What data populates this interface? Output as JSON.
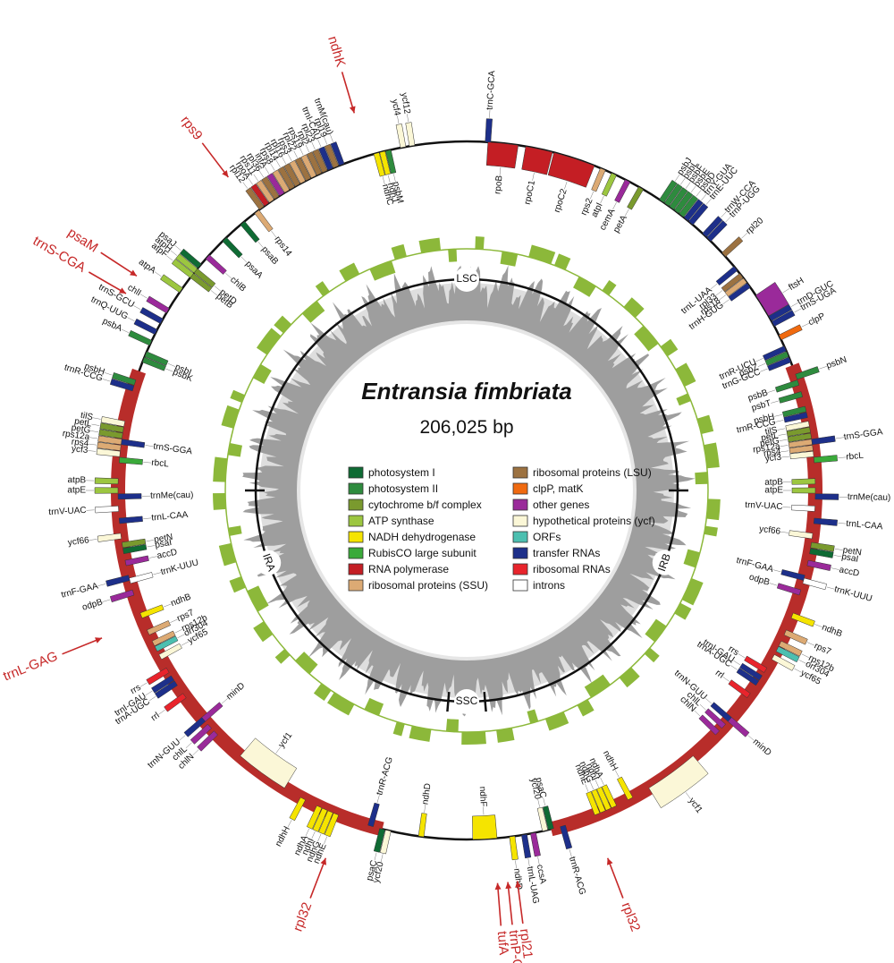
{
  "title": "Entransia fimbriata",
  "size_label": "206,025 bp",
  "colors": {
    "photosystem_I": "#0f6b34",
    "photosystem_II": "#2e8b3e",
    "cytochrome": "#7a9a2e",
    "atp_synthase": "#9cc640",
    "ndh": "#f5e400",
    "rubisco": "#3aaa3a",
    "rna_pol": "#c41e24",
    "rps": "#dcaa74",
    "rpl": "#9c7241",
    "clp": "#f06a10",
    "other": "#9a2a9a",
    "ycf": "#fbf7d7",
    "orf": "#4cbfb0",
    "trna": "#1d2f8a",
    "rrna": "#e8242c",
    "intron": "#ffffff",
    "ir": "#b82d2a",
    "gc_inner": "#9e9e9e",
    "gc_outer": "#dedede",
    "green_track": "#8cb83a",
    "annotation": "#c62828"
  },
  "legend": [
    {
      "label": "photosystem I",
      "color": "#0f6b34"
    },
    {
      "label": "photosystem II",
      "color": "#2e8b3e"
    },
    {
      "label": "cytochrome b/f complex",
      "color": "#7a9a2e"
    },
    {
      "label": "ATP synthase",
      "color": "#9cc640"
    },
    {
      "label": "NADH dehydrogenase",
      "color": "#f5e400"
    },
    {
      "label": "RubisCO large subunit",
      "color": "#3aaa3a"
    },
    {
      "label": "RNA polymerase",
      "color": "#c41e24"
    },
    {
      "label": "ribosomal proteins (SSU)",
      "color": "#dcaa74"
    },
    {
      "label": "ribosomal proteins (LSU)",
      "color": "#9c7241"
    },
    {
      "label": "clpP, matK",
      "color": "#f06a10"
    },
    {
      "label": "other genes",
      "color": "#9a2a9a"
    },
    {
      "label": "hypothetical proteins (ycf)",
      "color": "#fbf7d7"
    },
    {
      "label": "ORFs",
      "color": "#4cbfb0"
    },
    {
      "label": "transfer RNAs",
      "color": "#1d2f8a"
    },
    {
      "label": "ribosomal RNAs",
      "color": "#e8242c"
    },
    {
      "label": "introns",
      "color": "#ffffff"
    }
  ],
  "regions": [
    {
      "label": "LSC",
      "angle": 0
    },
    {
      "label": "IRB",
      "angle": 110
    },
    {
      "label": "SSC",
      "angle": 180
    },
    {
      "label": "IRA",
      "angle": 250
    }
  ],
  "annotations": [
    {
      "label": "ndhK",
      "angle": -16.6
    },
    {
      "label": "rps9",
      "angle": -37.3
    },
    {
      "label": "psaM",
      "angle": -57
    },
    {
      "label": "trnS-CGA",
      "angle": -60
    },
    {
      "label": "trnL-GAG",
      "angle": -112
    },
    {
      "label": "rpl32",
      "angle": 159
    },
    {
      "label": "rpl32",
      "angle": -159
    },
    {
      "label": "rpl21",
      "angle": 172.6
    },
    {
      "label": "trnP-GGG",
      "angle": 174
    },
    {
      "label": "tufA",
      "angle": 175.5
    }
  ],
  "genes": [
    {
      "name": "trnC-GCA",
      "angle": 3.5,
      "cat": "trna",
      "strand": "out"
    },
    {
      "name": "rpoB",
      "angle": 6,
      "cat": "rna_pol",
      "strand": "in",
      "span": 5
    },
    {
      "name": "rpoC1",
      "angle": 12,
      "cat": "rna_pol",
      "strand": "in",
      "span": 4.5
    },
    {
      "name": "rpoC2",
      "angle": 18,
      "cat": "rna_pol",
      "strand": "in",
      "span": 7
    },
    {
      "name": "rps2",
      "angle": 23,
      "cat": "rps",
      "strand": "in"
    },
    {
      "name": "atpI",
      "angle": 25,
      "cat": "atp_synthase",
      "strand": "in"
    },
    {
      "name": "cemA",
      "angle": 27.5,
      "cat": "other",
      "strand": "in"
    },
    {
      "name": "petA",
      "angle": 30,
      "cat": "cytochrome",
      "strand": "in"
    },
    {
      "name": "psbJ",
      "angle": 34,
      "cat": "photosystem_II",
      "strand": "out"
    },
    {
      "name": "psbL",
      "angle": 35,
      "cat": "photosystem_II",
      "strand": "out"
    },
    {
      "name": "psbF",
      "angle": 36,
      "cat": "photosystem_II",
      "strand": "out"
    },
    {
      "name": "psbE",
      "angle": 37,
      "cat": "photosystem_II",
      "strand": "out"
    },
    {
      "name": "psbD",
      "angle": 38,
      "cat": "photosystem_II",
      "strand": "out"
    },
    {
      "name": "trnY-GUA",
      "angle": 39,
      "cat": "trna",
      "strand": "out"
    },
    {
      "name": "trnE-UUC",
      "angle": 40,
      "cat": "trna",
      "strand": "out"
    },
    {
      "name": "trnW-CCA",
      "angle": 43,
      "cat": "trna",
      "strand": "out"
    },
    {
      "name": "trnP-UGG",
      "angle": 44,
      "cat": "trna",
      "strand": "out"
    },
    {
      "name": "rpl20",
      "angle": 47.5,
      "cat": "rpl",
      "strand": "out"
    },
    {
      "name": "trnL-UAA",
      "angle": 50.5,
      "cat": "trna",
      "strand": "in"
    },
    {
      "name": "rpl33",
      "angle": 52,
      "cat": "rpl",
      "strand": "in"
    },
    {
      "name": "rps18",
      "angle": 53,
      "cat": "rps",
      "strand": "in"
    },
    {
      "name": "trnH-GUG",
      "angle": 54,
      "cat": "trna",
      "strand": "in"
    },
    {
      "name": "ftsH",
      "angle": 58,
      "cat": "other",
      "strand": "out",
      "span": 4
    },
    {
      "name": "trnD-GUC",
      "angle": 60.5,
      "cat": "trna",
      "strand": "out"
    },
    {
      "name": "trnS-UGA",
      "angle": 61.5,
      "cat": "trna",
      "strand": "out"
    },
    {
      "name": "clpP",
      "angle": 64,
      "cat": "clp",
      "strand": "out"
    },
    {
      "name": "trnR-UCU",
      "angle": 66,
      "cat": "trna",
      "strand": "in"
    },
    {
      "name": "psbZ",
      "angle": 67,
      "cat": "photosystem_II",
      "strand": "in"
    },
    {
      "name": "trnG-GCC",
      "angle": 68,
      "cat": "trna",
      "strand": "in"
    },
    {
      "name": "psbN",
      "angle": 71,
      "cat": "photosystem_II",
      "strand": "out"
    },
    {
      "name": "psbB",
      "angle": 72,
      "cat": "photosystem_II",
      "strand": "in"
    },
    {
      "name": "psbT",
      "angle": 74,
      "cat": "photosystem_II",
      "strand": "in"
    },
    {
      "name": "psbH",
      "angle": 76.5,
      "cat": "photosystem_II",
      "strand": "in"
    },
    {
      "name": "trnR-CCG",
      "angle": 77.5,
      "cat": "trna",
      "strand": "in"
    },
    {
      "name": "tilS",
      "angle": 79,
      "cat": "ycf",
      "strand": "in"
    },
    {
      "name": "petL",
      "angle": 80,
      "cat": "cytochrome",
      "strand": "in"
    },
    {
      "name": "petG",
      "angle": 81,
      "cat": "cytochrome",
      "strand": "in"
    },
    {
      "name": "rps12a",
      "angle": 82,
      "cat": "rps",
      "strand": "in"
    },
    {
      "name": "rps4",
      "angle": 83,
      "cat": "rps",
      "strand": "in"
    },
    {
      "name": "ycf3",
      "angle": 84,
      "cat": "ycf",
      "strand": "in"
    },
    {
      "name": "trnS-GGA",
      "angle": 82,
      "cat": "trna",
      "strand": "out"
    },
    {
      "name": "rbcL",
      "angle": 85,
      "cat": "rubisco",
      "strand": "out"
    },
    {
      "name": "atpB",
      "angle": 88.5,
      "cat": "atp_synthase",
      "strand": "in"
    },
    {
      "name": "atpE",
      "angle": 90,
      "cat": "atp_synthase",
      "strand": "in"
    },
    {
      "name": "trnMe(cau)",
      "angle": 91,
      "cat": "trna",
      "strand": "out"
    },
    {
      "name": "trnV-UAC",
      "angle": 93,
      "cat": "intron",
      "strand": "in"
    },
    {
      "name": "trnL-CAA",
      "angle": 95,
      "cat": "trna",
      "strand": "out"
    },
    {
      "name": "ycf66",
      "angle": 97.5,
      "cat": "ycf",
      "strand": "in"
    },
    {
      "name": "petN",
      "angle": 99,
      "cat": "cytochrome",
      "strand": "out"
    },
    {
      "name": "psaI",
      "angle": 100,
      "cat": "photosystem_I",
      "strand": "out"
    },
    {
      "name": "accD",
      "angle": 102,
      "cat": "other",
      "strand": "out"
    },
    {
      "name": "trnF-GAA",
      "angle": 104.5,
      "cat": "trna",
      "strand": "in"
    },
    {
      "name": "trnK-UUU",
      "angle": 105,
      "cat": "intron",
      "strand": "out"
    },
    {
      "name": "odpB",
      "angle": 107,
      "cat": "other",
      "strand": "in"
    },
    {
      "name": "ndhB",
      "angle": 111,
      "cat": "ndh",
      "strand": "out"
    },
    {
      "name": "rps7",
      "angle": 114,
      "cat": "rps",
      "strand": "out"
    },
    {
      "name": "rps12b",
      "angle": 116,
      "cat": "rps",
      "strand": "out"
    },
    {
      "name": "orf304",
      "angle": 117,
      "cat": "orf",
      "strand": "out"
    },
    {
      "name": "ycf65",
      "angle": 118.5,
      "cat": "ycf",
      "strand": "out"
    },
    {
      "name": "rrs",
      "angle": 121,
      "cat": "rrna",
      "strand": "in"
    },
    {
      "name": "trnI-GAU",
      "angle": 122.5,
      "cat": "trna",
      "strand": "in"
    },
    {
      "name": "trnA-UGC",
      "angle": 123.5,
      "cat": "trna",
      "strand": "in"
    },
    {
      "name": "rrl",
      "angle": 126,
      "cat": "rrna",
      "strand": "in"
    },
    {
      "name": "trnN-GUU",
      "angle": 131,
      "cat": "trna",
      "strand": "in"
    },
    {
      "name": "chlL",
      "angle": 132.5,
      "cat": "other",
      "strand": "in"
    },
    {
      "name": "chlN",
      "angle": 134,
      "cat": "other",
      "strand": "in"
    },
    {
      "name": "minD",
      "angle": 131,
      "cat": "other",
      "strand": "out"
    },
    {
      "name": "ycf1",
      "angle": 144,
      "cat": "ycf",
      "strand": "out",
      "span": 9
    },
    {
      "name": "ndhH",
      "angle": 152,
      "cat": "ndh",
      "strand": "in"
    },
    {
      "name": "ndhA",
      "angle": 155,
      "cat": "ndh",
      "strand": "in"
    },
    {
      "name": "ndhI",
      "angle": 156,
      "cat": "ndh",
      "strand": "in"
    },
    {
      "name": "ndhG",
      "angle": 157,
      "cat": "ndh",
      "strand": "in"
    },
    {
      "name": "ndhE",
      "angle": 158,
      "cat": "ndh",
      "strand": "in"
    },
    {
      "name": "trnR-ACG",
      "angle": 164,
      "cat": "trna",
      "strand": "out"
    },
    {
      "name": "psaC",
      "angle": 166,
      "cat": "photosystem_I",
      "strand": "in"
    },
    {
      "name": "ycf20",
      "angle": 167,
      "cat": "ycf",
      "strand": "in"
    },
    {
      "name": "ccsA",
      "angle": 169,
      "cat": "other",
      "strand": "out"
    },
    {
      "name": "trnL-UAG",
      "angle": 170.5,
      "cat": "trna",
      "strand": "out"
    },
    {
      "name": "ndhD",
      "angle": 172.5,
      "cat": "ndh",
      "strand": "out"
    },
    {
      "name": "ndhF",
      "angle": 177,
      "cat": "ndh",
      "strand": "in",
      "span": 4
    },
    {
      "name": "ndhD",
      "angle": -172.5,
      "cat": "ndh",
      "strand": "in"
    },
    {
      "name": "ycf20",
      "angle": -167,
      "cat": "ycf",
      "strand": "out"
    },
    {
      "name": "psaC",
      "angle": -166,
      "cat": "photosystem_I",
      "strand": "out"
    },
    {
      "name": "trnR-ACG",
      "angle": -164,
      "cat": "trna",
      "strand": "in"
    },
    {
      "name": "ndhH",
      "angle": -152,
      "cat": "ndh",
      "strand": "out"
    },
    {
      "name": "ndhA",
      "angle": -155,
      "cat": "ndh",
      "strand": "out"
    },
    {
      "name": "ndhI",
      "angle": -156,
      "cat": "ndh",
      "strand": "out"
    },
    {
      "name": "ndhG",
      "angle": -157,
      "cat": "ndh",
      "strand": "out"
    },
    {
      "name": "ndhE",
      "angle": -158,
      "cat": "ndh",
      "strand": "out"
    },
    {
      "name": "ycf1",
      "angle": -144,
      "cat": "ycf",
      "strand": "in",
      "span": 9
    },
    {
      "name": "minD",
      "angle": -131,
      "cat": "other",
      "strand": "in"
    },
    {
      "name": "chlL",
      "angle": -132.5,
      "cat": "other",
      "strand": "out"
    },
    {
      "name": "chlN",
      "angle": -134,
      "cat": "other",
      "strand": "out"
    },
    {
      "name": "trnN-GUU",
      "angle": -131,
      "cat": "trna",
      "strand": "out"
    },
    {
      "name": "rrl",
      "angle": -126,
      "cat": "rrna",
      "strand": "out"
    },
    {
      "name": "trnA-UGC",
      "angle": -123.5,
      "cat": "trna",
      "strand": "out"
    },
    {
      "name": "trnI-GAU",
      "angle": -122.5,
      "cat": "trna",
      "strand": "out"
    },
    {
      "name": "rrs",
      "angle": -121,
      "cat": "rrna",
      "strand": "out"
    },
    {
      "name": "ycf65",
      "angle": -118.5,
      "cat": "ycf",
      "strand": "in"
    },
    {
      "name": "orf304",
      "angle": -117,
      "cat": "orf",
      "strand": "in"
    },
    {
      "name": "rps12b",
      "angle": -116,
      "cat": "rps",
      "strand": "in"
    },
    {
      "name": "rps7",
      "angle": -114,
      "cat": "rps",
      "strand": "in"
    },
    {
      "name": "ndhB",
      "angle": -111,
      "cat": "ndh",
      "strand": "in"
    },
    {
      "name": "odpB",
      "angle": -107,
      "cat": "other",
      "strand": "out"
    },
    {
      "name": "trnK-UUU",
      "angle": -105,
      "cat": "intron",
      "strand": "in"
    },
    {
      "name": "trnF-GAA",
      "angle": -104.5,
      "cat": "trna",
      "strand": "out"
    },
    {
      "name": "accD",
      "angle": -102,
      "cat": "other",
      "strand": "in"
    },
    {
      "name": "psaI",
      "angle": -100,
      "cat": "photosystem_I",
      "strand": "in"
    },
    {
      "name": "petN",
      "angle": -99,
      "cat": "cytochrome",
      "strand": "in"
    },
    {
      "name": "ycf66",
      "angle": -97.5,
      "cat": "ycf",
      "strand": "out"
    },
    {
      "name": "trnL-CAA",
      "angle": -95,
      "cat": "trna",
      "strand": "in"
    },
    {
      "name": "trnV-UAC",
      "angle": -93,
      "cat": "intron",
      "strand": "out"
    },
    {
      "name": "trnMe(cau)",
      "angle": -91,
      "cat": "trna",
      "strand": "in"
    },
    {
      "name": "atpE",
      "angle": -90,
      "cat": "atp_synthase",
      "strand": "out"
    },
    {
      "name": "atpB",
      "angle": -88.5,
      "cat": "atp_synthase",
      "strand": "out"
    },
    {
      "name": "rbcL",
      "angle": -85,
      "cat": "rubisco",
      "strand": "in"
    },
    {
      "name": "trnS-GGA",
      "angle": -82,
      "cat": "trna",
      "strand": "in"
    },
    {
      "name": "ycf3",
      "angle": -84,
      "cat": "ycf",
      "strand": "out"
    },
    {
      "name": "rps4",
      "angle": -83,
      "cat": "rps",
      "strand": "out"
    },
    {
      "name": "rps12a",
      "angle": -82,
      "cat": "rps",
      "strand": "out"
    },
    {
      "name": "petG",
      "angle": -81,
      "cat": "cytochrome",
      "strand": "out"
    },
    {
      "name": "petL",
      "angle": -80,
      "cat": "cytochrome",
      "strand": "out"
    },
    {
      "name": "tilS",
      "angle": -79,
      "cat": "ycf",
      "strand": "out"
    },
    {
      "name": "trnR-CCG",
      "angle": -73,
      "cat": "trna",
      "strand": "out"
    },
    {
      "name": "psbH",
      "angle": -72,
      "cat": "photosystem_II",
      "strand": "out"
    },
    {
      "name": "psbK",
      "angle": -68,
      "cat": "photosystem_II",
      "strand": "in"
    },
    {
      "name": "psbI",
      "angle": -67,
      "cat": "photosystem_II",
      "strand": "in"
    },
    {
      "name": "psbA",
      "angle": -65,
      "cat": "photosystem_II",
      "strand": "out"
    },
    {
      "name": "trnQ-UUG",
      "angle": -63,
      "cat": "trna",
      "strand": "out"
    },
    {
      "name": "trnS-GCU",
      "angle": -61,
      "cat": "trna",
      "strand": "out"
    },
    {
      "name": "chlI",
      "angle": -59,
      "cat": "other",
      "strand": "out"
    },
    {
      "name": "atpA",
      "angle": -55,
      "cat": "atp_synthase",
      "strand": "out"
    },
    {
      "name": "atpF",
      "angle": -52,
      "cat": "atp_synthase",
      "strand": "out"
    },
    {
      "name": "atpH",
      "angle": -51,
      "cat": "atp_synthase",
      "strand": "out"
    },
    {
      "name": "psaJ",
      "angle": -50,
      "cat": "photosystem_I",
      "strand": "out"
    },
    {
      "name": "petB",
      "angle": -52,
      "cat": "cytochrome",
      "strand": "in"
    },
    {
      "name": "petD",
      "angle": -51,
      "cat": "cytochrome",
      "strand": "in"
    },
    {
      "name": "chlB",
      "angle": -48,
      "cat": "other",
      "strand": "in"
    },
    {
      "name": "psaA",
      "angle": -44,
      "cat": "photosystem_I",
      "strand": "in"
    },
    {
      "name": "psaB",
      "angle": -40,
      "cat": "photosystem_I",
      "strand": "in"
    },
    {
      "name": "rps14",
      "angle": -37,
      "cat": "rps",
      "strand": "in"
    },
    {
      "name": "rpl12",
      "angle": -36,
      "cat": "rpl",
      "strand": "out"
    },
    {
      "name": "rpoA",
      "angle": -35,
      "cat": "rna_pol",
      "strand": "out"
    },
    {
      "name": "rps11",
      "angle": -34,
      "cat": "rps",
      "strand": "out"
    },
    {
      "name": "rpl36",
      "angle": -33,
      "cat": "rpl",
      "strand": "out"
    },
    {
      "name": "infA",
      "angle": -32,
      "cat": "other",
      "strand": "out"
    },
    {
      "name": "rps8",
      "angle": -31,
      "cat": "rps",
      "strand": "out"
    },
    {
      "name": "rpl14",
      "angle": -30,
      "cat": "rpl",
      "strand": "out"
    },
    {
      "name": "rpl16",
      "angle": -29,
      "cat": "rpl",
      "strand": "out"
    },
    {
      "name": "rps3",
      "angle": -28,
      "cat": "rps",
      "strand": "out"
    },
    {
      "name": "rpl22",
      "angle": -27,
      "cat": "rpl",
      "strand": "out"
    },
    {
      "name": "rps19",
      "angle": -26,
      "cat": "rps",
      "strand": "out"
    },
    {
      "name": "rpl2",
      "angle": -25,
      "cat": "rpl",
      "strand": "out"
    },
    {
      "name": "rpl23",
      "angle": -24,
      "cat": "rpl",
      "strand": "out"
    },
    {
      "name": "trnI-CAU",
      "angle": -23,
      "cat": "trna",
      "strand": "out"
    },
    {
      "name": "rpl19",
      "angle": -22,
      "cat": "rpl",
      "strand": "out"
    },
    {
      "name": "trnM(cau)",
      "angle": -21,
      "cat": "trna",
      "strand": "out"
    },
    {
      "name": "ycf12",
      "angle": -9,
      "cat": "ycf",
      "strand": "out"
    },
    {
      "name": "ycf4",
      "angle": -10.5,
      "cat": "ycf",
      "strand": "out"
    },
    {
      "name": "psbM",
      "angle": -13,
      "cat": "photosystem_II",
      "strand": "in"
    },
    {
      "name": "ndhJ",
      "angle": -14,
      "cat": "ndh",
      "strand": "in"
    },
    {
      "name": "ndhC",
      "angle": -15,
      "cat": "ndh",
      "strand": "in"
    }
  ]
}
